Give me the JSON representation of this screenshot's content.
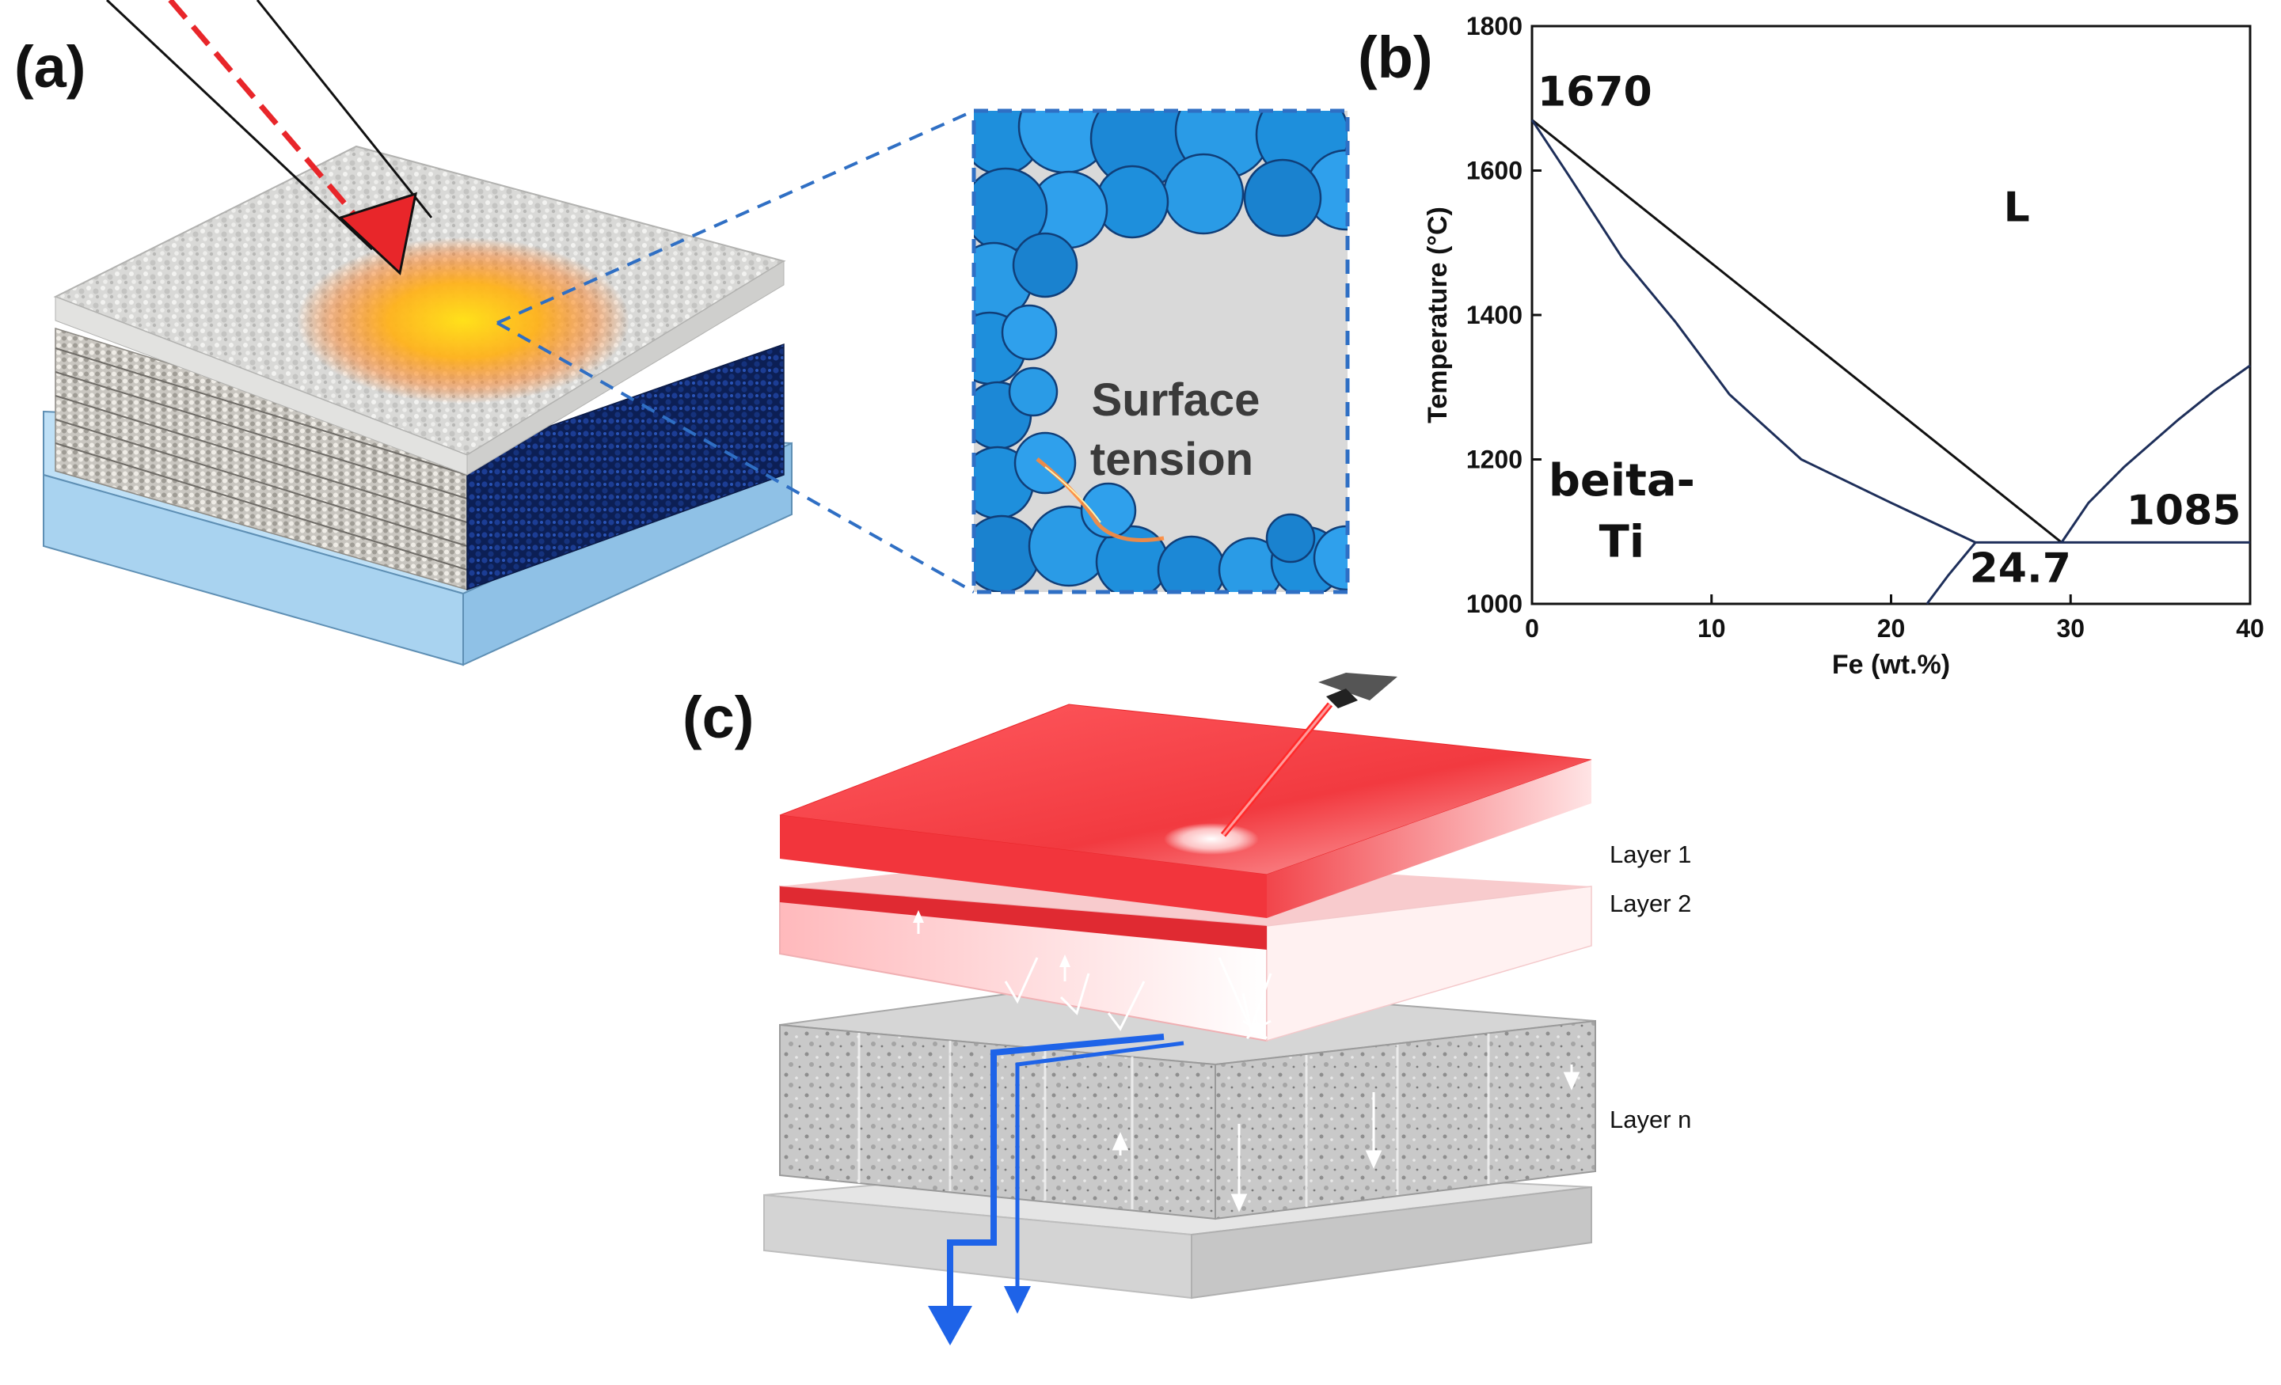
{
  "panel_a": {
    "label": "(a)",
    "inset_text_line1": "Surface",
    "inset_text_line2": "tension"
  },
  "panel_b": {
    "label": "(b)"
  },
  "panel_c": {
    "label": "(c)",
    "layers": [
      "Layer 1",
      "Layer 2",
      "Layer n"
    ]
  },
  "colors": {
    "laser_red": "#e8262a",
    "particle_blue": "#1f8fe0",
    "substrate_blue": "#a9d3f0",
    "dark_particle": "#0f2a6b",
    "phase_line": "#1e2f5a",
    "arrow_blue": "#1e63e8"
  },
  "chart_data": {
    "type": "line",
    "xlabel": "Fe (wt.%)",
    "ylabel": "Temperature (°C)",
    "xlim": [
      0,
      40
    ],
    "ylim": [
      1000,
      1800
    ],
    "xticks": [
      0,
      10,
      20,
      30,
      40
    ],
    "yticks": [
      1000,
      1200,
      1400,
      1600,
      1800
    ],
    "grid": false,
    "series": [
      {
        "points": [
          [
            0,
            1670
          ],
          [
            29.5,
            1085
          ]
        ]
      },
      {
        "points": [
          [
            0,
            1670
          ],
          [
            2,
            1595
          ],
          [
            5,
            1480
          ],
          [
            8,
            1390
          ],
          [
            11,
            1290
          ],
          [
            15,
            1200
          ],
          [
            20,
            1140
          ],
          [
            24.7,
            1085
          ]
        ]
      },
      {
        "points": [
          [
            22,
            1000
          ],
          [
            23.2,
            1040
          ],
          [
            24.7,
            1085
          ],
          [
            29.5,
            1085
          ],
          [
            40,
            1085
          ]
        ]
      },
      {
        "points": [
          [
            29.5,
            1085
          ],
          [
            31,
            1140
          ],
          [
            33,
            1190
          ],
          [
            36,
            1255
          ],
          [
            38,
            1295
          ],
          [
            40,
            1330
          ]
        ]
      }
    ],
    "annotations": [
      {
        "text": "1670",
        "x": 3.5,
        "y": 1690
      },
      {
        "text": "L",
        "x": 27,
        "y": 1530
      },
      {
        "text": "beita-",
        "x": 5,
        "y": 1150
      },
      {
        "text": "Ti",
        "x": 5,
        "y": 1065
      },
      {
        "text": "1085",
        "x": 36.3,
        "y": 1110
      },
      {
        "text": "24.7",
        "x": 27.2,
        "y": 1030
      }
    ]
  }
}
